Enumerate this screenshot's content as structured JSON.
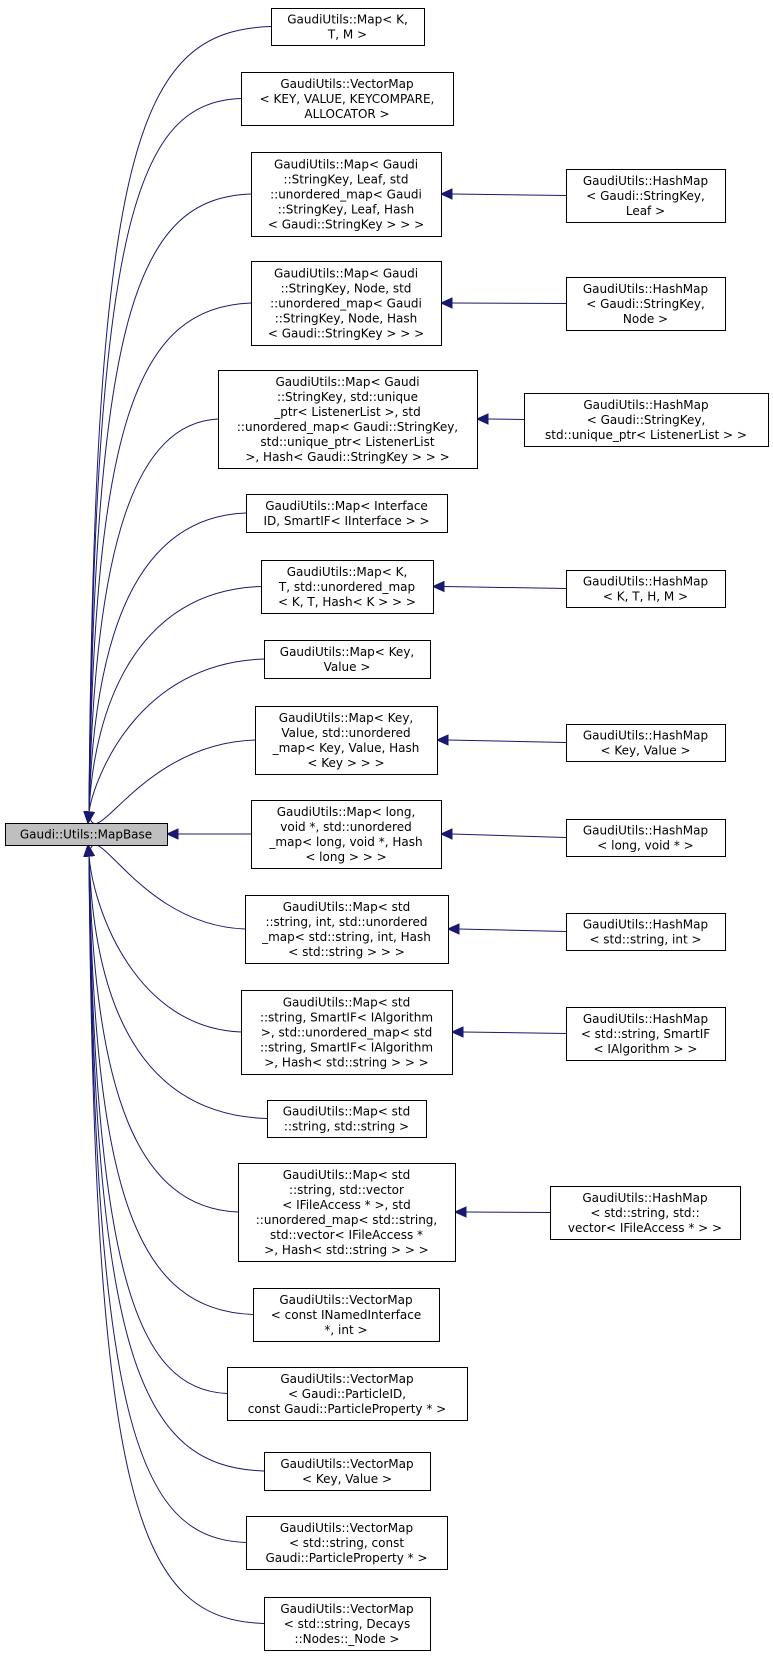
{
  "diagram": {
    "root": {
      "id": "base",
      "lines": [
        "Gaudi::Utils::MapBase"
      ]
    },
    "nodes": [
      {
        "id": "map_ktm",
        "lines": [
          "GaudiUtils::Map< K,",
          "T, M >"
        ]
      },
      {
        "id": "vecmap_key_value_alloc",
        "lines": [
          "GaudiUtils::VectorMap",
          "< KEY, VALUE, KEYCOMPARE,",
          "ALLOCATOR >"
        ]
      },
      {
        "id": "map_stringkey_leaf",
        "lines": [
          "GaudiUtils::Map< Gaudi",
          "::StringKey, Leaf, std",
          "::unordered_map< Gaudi",
          "::StringKey, Leaf, Hash",
          "< Gaudi::StringKey > > >"
        ]
      },
      {
        "id": "map_stringkey_node",
        "lines": [
          "GaudiUtils::Map< Gaudi",
          "::StringKey, Node, std",
          "::unordered_map< Gaudi",
          "::StringKey, Node, Hash",
          "< Gaudi::StringKey > > >"
        ]
      },
      {
        "id": "map_stringkey_listener",
        "lines": [
          "GaudiUtils::Map< Gaudi",
          "::StringKey, std::unique",
          "_ptr< ListenerList >, std",
          "::unordered_map< Gaudi::StringKey,",
          "std::unique_ptr< ListenerList",
          ">, Hash< Gaudi::StringKey > > >"
        ]
      },
      {
        "id": "map_interfaceid",
        "lines": [
          "GaudiUtils::Map< Interface",
          "ID, SmartIF< IInterface > >"
        ]
      },
      {
        "id": "map_kt_unordered",
        "lines": [
          "GaudiUtils::Map< K,",
          "T, std::unordered_map",
          "< K, T, Hash< K > > >"
        ]
      },
      {
        "id": "map_key_value",
        "lines": [
          "GaudiUtils::Map< Key,",
          "Value >"
        ]
      },
      {
        "id": "map_key_value_unordered",
        "lines": [
          "GaudiUtils::Map< Key,",
          "Value, std::unordered",
          "_map< Key, Value, Hash",
          "< Key > > >"
        ]
      },
      {
        "id": "map_long_void",
        "lines": [
          "GaudiUtils::Map< long,",
          "void *, std::unordered",
          "_map< long, void *, Hash",
          "< long > > >"
        ]
      },
      {
        "id": "map_string_int",
        "lines": [
          "GaudiUtils::Map< std",
          "::string, int, std::unordered",
          "_map< std::string, int, Hash",
          "< std::string > > >"
        ]
      },
      {
        "id": "map_string_ialgorithm",
        "lines": [
          "GaudiUtils::Map< std",
          "::string, SmartIF< IAlgorithm",
          ">, std::unordered_map< std",
          "::string, SmartIF< IAlgorithm",
          ">, Hash< std::string > > >"
        ]
      },
      {
        "id": "map_string_string",
        "lines": [
          "GaudiUtils::Map< std",
          "::string, std::string >"
        ]
      },
      {
        "id": "map_string_ifileaccess",
        "lines": [
          "GaudiUtils::Map< std",
          "::string, std::vector",
          "< IFileAccess * >, std",
          "::unordered_map< std::string,",
          "std::vector< IFileAccess *",
          ">, Hash< std::string > > >"
        ]
      },
      {
        "id": "vecmap_inamedinterface",
        "lines": [
          "GaudiUtils::VectorMap",
          "< const INamedInterface",
          "*, int >"
        ]
      },
      {
        "id": "vecmap_particleid",
        "lines": [
          "GaudiUtils::VectorMap",
          "< Gaudi::ParticleID,",
          "const Gaudi::ParticleProperty * >"
        ]
      },
      {
        "id": "vecmap_key_value",
        "lines": [
          "GaudiUtils::VectorMap",
          "< Key, Value >"
        ]
      },
      {
        "id": "vecmap_string_particleproperty",
        "lines": [
          "GaudiUtils::VectorMap",
          "< std::string, const",
          "Gaudi::ParticleProperty * >"
        ]
      },
      {
        "id": "vecmap_string_decays",
        "lines": [
          "GaudiUtils::VectorMap",
          "< std::string, Decays",
          "::Nodes::_Node >"
        ]
      },
      {
        "id": "hashmap_stringkey_leaf",
        "lines": [
          "GaudiUtils::HashMap",
          "< Gaudi::StringKey,",
          "Leaf >"
        ]
      },
      {
        "id": "hashmap_stringkey_node",
        "lines": [
          "GaudiUtils::HashMap",
          "< Gaudi::StringKey,",
          "Node >"
        ]
      },
      {
        "id": "hashmap_stringkey_listener",
        "lines": [
          "GaudiUtils::HashMap",
          "< Gaudi::StringKey,",
          "std::unique_ptr< ListenerList > >"
        ]
      },
      {
        "id": "hashmap_kthm",
        "lines": [
          "GaudiUtils::HashMap",
          "< K, T, H, M >"
        ]
      },
      {
        "id": "hashmap_key_value",
        "lines": [
          "GaudiUtils::HashMap",
          "< Key, Value >"
        ]
      },
      {
        "id": "hashmap_long_void",
        "lines": [
          "GaudiUtils::HashMap",
          "< long, void * >"
        ]
      },
      {
        "id": "hashmap_string_int",
        "lines": [
          "GaudiUtils::HashMap",
          "< std::string, int >"
        ]
      },
      {
        "id": "hashmap_string_ialgorithm",
        "lines": [
          "GaudiUtils::HashMap",
          "< std::string, SmartIF",
          "< IAlgorithm > >"
        ]
      },
      {
        "id": "hashmap_string_ifileaccess",
        "lines": [
          "GaudiUtils::HashMap",
          "< std::string, std::",
          "vector< IFileAccess * > >"
        ]
      }
    ],
    "edges": [
      {
        "from": "map_ktm",
        "to": "base"
      },
      {
        "from": "vecmap_key_value_alloc",
        "to": "base"
      },
      {
        "from": "map_stringkey_leaf",
        "to": "base"
      },
      {
        "from": "map_stringkey_node",
        "to": "base"
      },
      {
        "from": "map_stringkey_listener",
        "to": "base"
      },
      {
        "from": "map_interfaceid",
        "to": "base"
      },
      {
        "from": "map_kt_unordered",
        "to": "base"
      },
      {
        "from": "map_key_value",
        "to": "base"
      },
      {
        "from": "map_key_value_unordered",
        "to": "base"
      },
      {
        "from": "map_long_void",
        "to": "base"
      },
      {
        "from": "map_string_int",
        "to": "base"
      },
      {
        "from": "map_string_ialgorithm",
        "to": "base"
      },
      {
        "from": "map_string_string",
        "to": "base"
      },
      {
        "from": "map_string_ifileaccess",
        "to": "base"
      },
      {
        "from": "vecmap_inamedinterface",
        "to": "base"
      },
      {
        "from": "vecmap_particleid",
        "to": "base"
      },
      {
        "from": "vecmap_key_value",
        "to": "base"
      },
      {
        "from": "vecmap_string_particleproperty",
        "to": "base"
      },
      {
        "from": "vecmap_string_decays",
        "to": "base"
      },
      {
        "from": "hashmap_stringkey_leaf",
        "to": "map_stringkey_leaf"
      },
      {
        "from": "hashmap_stringkey_node",
        "to": "map_stringkey_node"
      },
      {
        "from": "hashmap_stringkey_listener",
        "to": "map_stringkey_listener"
      },
      {
        "from": "hashmap_kthm",
        "to": "map_kt_unordered"
      },
      {
        "from": "hashmap_key_value",
        "to": "map_key_value_unordered"
      },
      {
        "from": "hashmap_long_void",
        "to": "map_long_void"
      },
      {
        "from": "hashmap_string_int",
        "to": "map_string_int"
      },
      {
        "from": "hashmap_string_ialgorithm",
        "to": "map_string_ialgorithm"
      },
      {
        "from": "hashmap_string_ifileaccess",
        "to": "map_string_ifileaccess"
      }
    ],
    "colors": {
      "edge": "#191970",
      "root_fill": "#bfbfbf",
      "node_fill": "#ffffff",
      "border": "#000000"
    }
  }
}
